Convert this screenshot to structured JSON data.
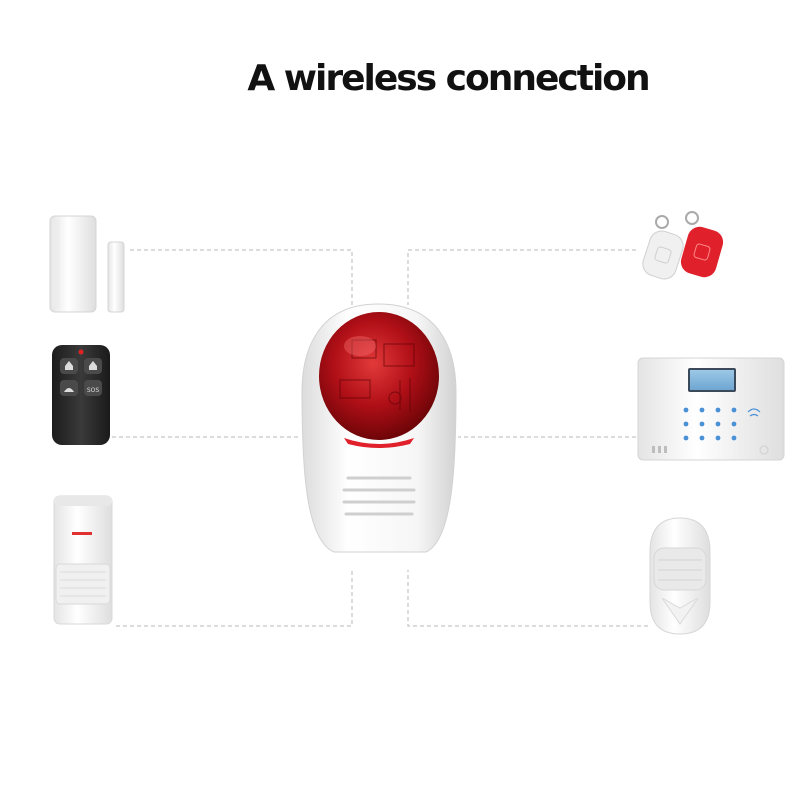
{
  "title": "A wireless connection",
  "colors": {
    "connector": "#c8c8c8",
    "device_white": "#f4f4f4",
    "siren_red": "#c8121a",
    "remote_black": "#2a2a2a",
    "tag_red": "#e0202a"
  },
  "remote": {
    "sos_label": "SOS"
  },
  "devices": [
    {
      "name": "door-sensor",
      "icon": "door-contact-sensor-icon"
    },
    {
      "name": "remote-control",
      "icon": "key-fob-remote-icon"
    },
    {
      "name": "pir-detector",
      "icon": "motion-detector-icon"
    },
    {
      "name": "rfid-tags",
      "icon": "rfid-tag-icon"
    },
    {
      "name": "alarm-panel",
      "icon": "keypad-panel-icon"
    },
    {
      "name": "pet-pir-sensor",
      "icon": "motion-sensor-icon"
    },
    {
      "name": "siren",
      "icon": "strobe-siren-icon"
    }
  ]
}
